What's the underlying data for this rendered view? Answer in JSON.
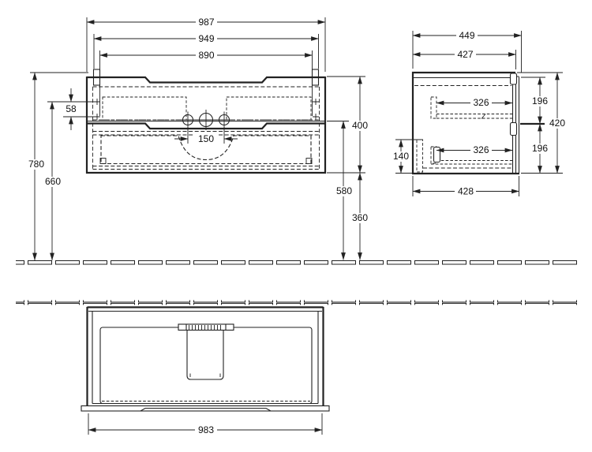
{
  "colors": {
    "background": "#ffffff",
    "line": "#222222",
    "text": "#111111"
  },
  "views": {
    "front": {
      "dims": {
        "overall_width": "987",
        "mounting_width": "949",
        "inner_width": "890",
        "mount_hole_offset": "58",
        "tap_hole_spacing": "150",
        "overall_height": "780",
        "underside_height": "660",
        "body_height": "400",
        "mid_height": "580",
        "floor_clearance": "360"
      }
    },
    "side": {
      "dims": {
        "overall_depth": "449",
        "body_depth": "427",
        "upper_rail_depth": "326",
        "lower_rail_depth": "326",
        "upper_drawer_height": "196",
        "lower_drawer_height": "196",
        "body_height": "420",
        "recess_height": "140",
        "bottom_depth": "428"
      }
    },
    "plan": {
      "dims": {
        "front_width": "983"
      }
    }
  }
}
